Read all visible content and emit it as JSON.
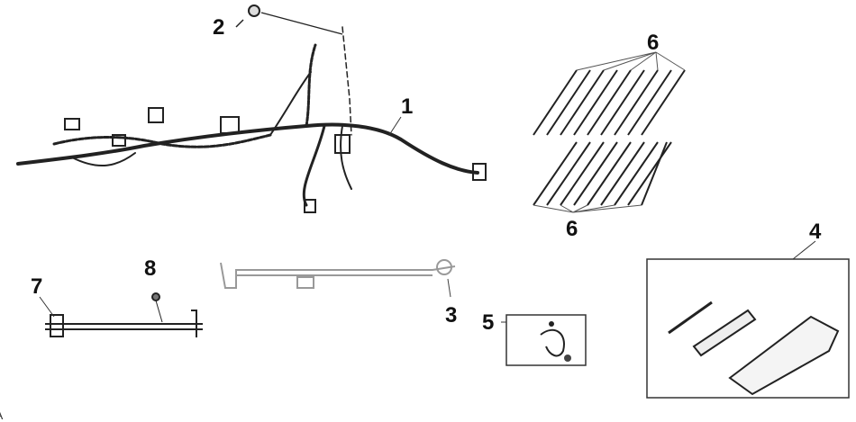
{
  "diagram": {
    "callouts": [
      {
        "id": "1",
        "part": "main-wiring-harness"
      },
      {
        "id": "2",
        "part": "bolt"
      },
      {
        "id": "3",
        "part": "battery-cable"
      },
      {
        "id": "4",
        "part": "tool-kit"
      },
      {
        "id": "5",
        "part": "clamp-set"
      },
      {
        "id": "6",
        "part": "cable-ties"
      },
      {
        "id": "6b",
        "label": "6",
        "part": "cable-ties"
      },
      {
        "id": "7",
        "part": "ground-cable"
      },
      {
        "id": "8",
        "part": "ground-bolt"
      }
    ],
    "corner_mark": "A",
    "colors": {
      "line": "#222222",
      "light": "#999999",
      "box": "#333333"
    }
  }
}
